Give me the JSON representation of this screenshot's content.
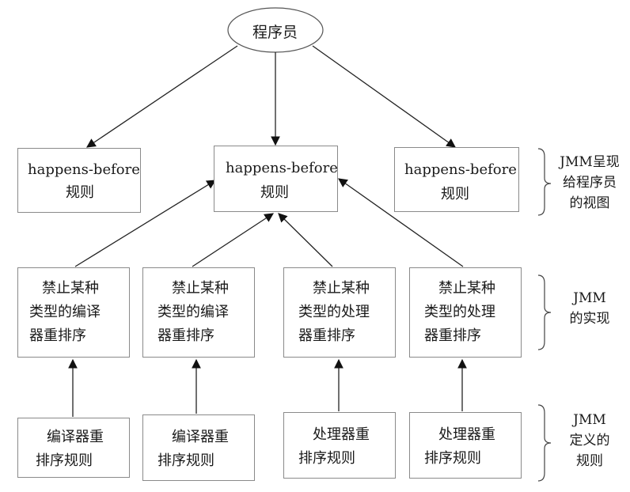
{
  "root": {
    "label": "程序员"
  },
  "rules": [
    {
      "line1": "happens-before",
      "line2": "规则"
    },
    {
      "line1": "happens-before",
      "line2": "规则"
    },
    {
      "line1": "happens-before",
      "line2": "规则"
    }
  ],
  "impl": [
    {
      "l1": "禁止某种",
      "l2": "类型的编译",
      "l3": "器重排序"
    },
    {
      "l1": "禁止某种",
      "l2": "类型的编译",
      "l3": "器重排序"
    },
    {
      "l1": "禁止某种",
      "l2": "类型的处理",
      "l3": "器重排序"
    },
    {
      "l1": "禁止某种",
      "l2": "类型的处理",
      "l3": "器重排序"
    }
  ],
  "reorder": [
    {
      "l1": "编译器重",
      "l2": "排序规则"
    },
    {
      "l1": "编译器重",
      "l2": "排序规则"
    },
    {
      "l1": "处理器重",
      "l2": "排序规则"
    },
    {
      "l1": "处理器重",
      "l2": "排序规则"
    }
  ],
  "side_labels": {
    "view": {
      "l1": "JMM呈现",
      "l2": "给程序员",
      "l3": "的视图"
    },
    "impl": {
      "l1": "JMM",
      "l2": "的实现"
    },
    "def": {
      "l1": "JMM",
      "l2": "定义的",
      "l3": "规则"
    }
  }
}
